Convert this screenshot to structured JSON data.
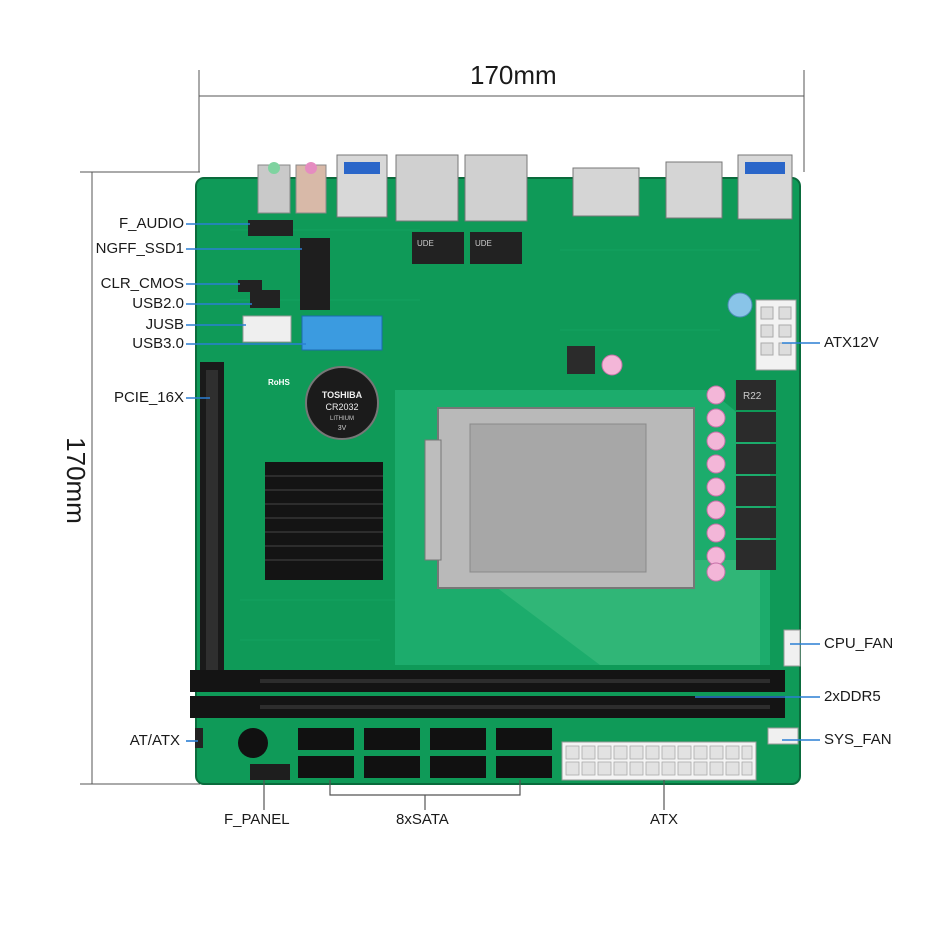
{
  "dimensions": {
    "width_label": "170mm",
    "height_label": "170mm"
  },
  "colors": {
    "pcb": "#0f9a58",
    "pcb_dark": "#0b7a45",
    "pcb_light": "#3dbd7e",
    "leader": "#2a7fd4",
    "dim_line": "#555555"
  },
  "labels": {
    "f_audio": "F_AUDIO",
    "ngff_ssd1": "NGFF_SSD1",
    "clr_cmos": "CLR_CMOS",
    "usb2": "USB2.0",
    "jusb": "JUSB",
    "usb3": "USB3.0",
    "pcie": "PCIE_16X",
    "at_atx": "AT/ATX",
    "f_panel": "F_PANEL",
    "sata": "8xSATA",
    "atx": "ATX",
    "atx12v": "ATX12V",
    "cpu_fan": "CPU_FAN",
    "ddr5": "2xDDR5",
    "sys_fan": "SYS_FAN"
  },
  "board_text": {
    "battery_brand": "TOSHIBA",
    "battery_model": "CR2032",
    "battery_sub": "LITHIUM",
    "battery_volt": "3V",
    "rohs": "RoHS",
    "inductor": "R22",
    "lan_chip_1": "UDE",
    "lan_chip_2": "UDE"
  }
}
